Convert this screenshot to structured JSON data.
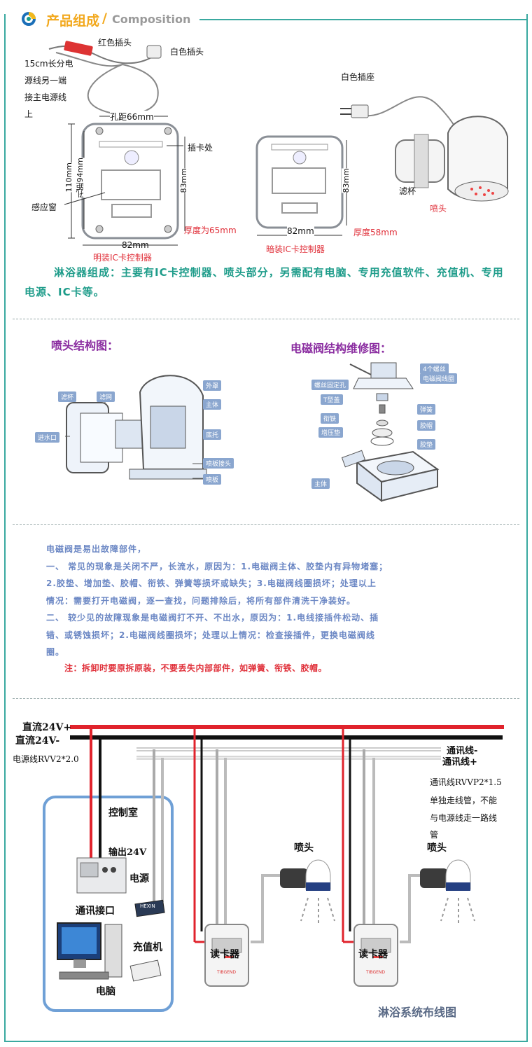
{
  "header": {
    "title_cn": "产品组成",
    "slash": "/",
    "title_en": "Composition"
  },
  "composition": {
    "red_plug": "红色插头",
    "white_plug": "白色插头",
    "cable_note": [
      "15cm长分电",
      "源线另一端",
      "接主电源线",
      "上"
    ],
    "hole_pitch_h": "孔距66mm",
    "card_slot": "插卡处",
    "dim_110": "110mm",
    "hole_pitch_v": "孔距94mm",
    "dim_83_left": "83mm",
    "sensor_window": "感应窗",
    "thickness_65": "厚度为65mm",
    "dim_82_left": "82mm",
    "surface_controller": "明装IC卡控制器",
    "dim_83_right": "83mm",
    "dim_82_right": "82mm",
    "thickness_58": "厚度58mm",
    "concealed_controller": "暗装IC卡控制器",
    "white_socket": "白色插座",
    "filter_cup": "滤杯",
    "nozzle": "喷头",
    "description": "淋浴器组成：主要有IC卡控制器、喷头部分，另需配有电脑、专用充值软件、充值机、专用电源、IC卡等。"
  },
  "structure": {
    "nozzle_title": "喷头结构图：",
    "valve_title": "电磁阀结构维修图：",
    "nozzle_parts": {
      "filter_cup": "滤杯",
      "filter_net": "滤网",
      "inlet": "进水口",
      "cover": "外罩",
      "body": "主体",
      "base": "底托",
      "plate_joint": "喷板接头",
      "plate": "喷板"
    },
    "valve_parts": {
      "screws": "4个螺丝",
      "coil": "电磁阀线圈",
      "screw_hole": "螺丝固定孔",
      "t_cover": "T型盖",
      "spring": "弹簧",
      "armature": "衔铁",
      "cap": "胶帽",
      "pressure_pad": "增压垫",
      "rubber_pad": "胶垫",
      "body": "主体"
    }
  },
  "faults": {
    "intro": "电磁阀是易出故障部件，",
    "lines": [
      "一、 常见的现象是关闭不严，长流水，原因为：1.电磁阀主体、胶垫内有异物堵塞；",
      "2.胶垫、增加垫、胶帽、衔铁、弹簧等损坏或缺失；3.电磁阀线圈损坏；处理以上",
      "情况：需要打开电磁阀，逐一查找，问题排除后，将所有部件清洗干净装好。",
      "二、 较少见的故障现象是电磁阀打不开、不出水，原因为：1.电线接插件松动、插",
      "错、或锈蚀损坏；2.电磁阀线圈损坏；处理以上情况：检查接插件，更换电磁阀线",
      "圈。"
    ],
    "note": "注：拆卸时要原拆原装，不要丢失内部部件，如弹簧、衔铁、胶帽。"
  },
  "wiring": {
    "dc_plus": "直流24V+",
    "dc_minus": "直流24V-",
    "power_cable": "电源线RVV2*2.0",
    "comm_minus": "通讯线-",
    "comm_plus": "通讯线+",
    "comm_note": [
      "通讯线RVVP2*1.5",
      "单独走线管，不能",
      "与电源线走一路线",
      "管"
    ],
    "control_room": "控制室",
    "output_24v": "输出24V",
    "power_supply": "电源",
    "comm_port": "通讯接口",
    "recharger": "充值机",
    "computer": "电脑",
    "nozzle_1": "喷头",
    "nozzle_2": "喷头",
    "reader_1": "读卡器",
    "reader_2": "读卡器",
    "reader_brand": "TIBGEND",
    "adapter_brand": "HEXIN",
    "diagram_title": "淋浴系统布线图"
  },
  "colors": {
    "teal": "#1e9c8a",
    "red": "#e0303a",
    "purple": "#8a2ca0",
    "blue_text": "#6b87c4",
    "frame": "#3aa9a0"
  }
}
